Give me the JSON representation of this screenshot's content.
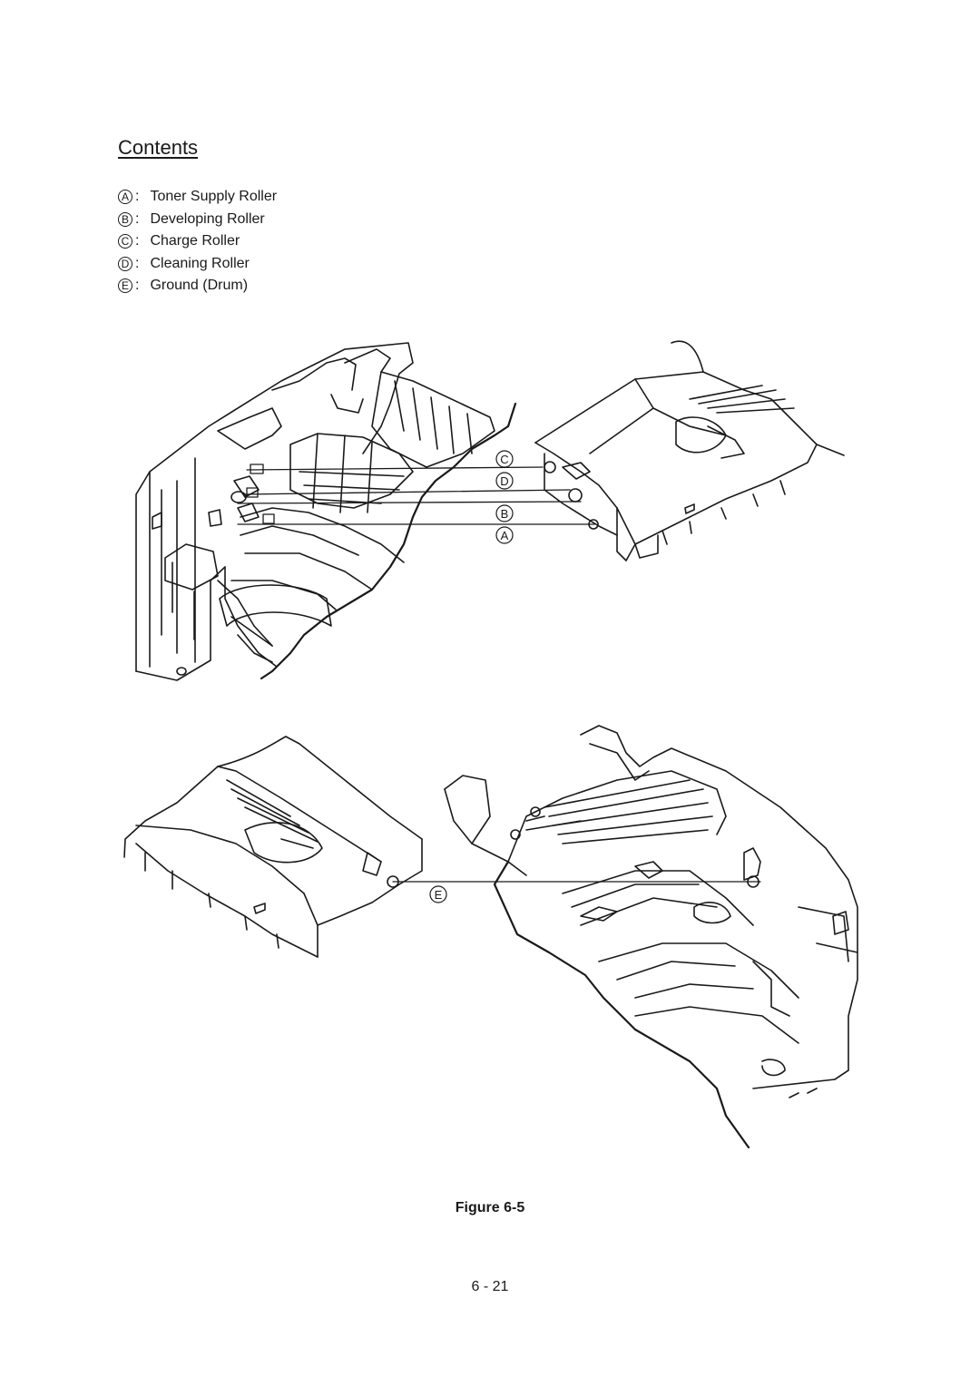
{
  "heading": "Contents",
  "legend": [
    {
      "letter": "A",
      "label": "Toner Supply Roller"
    },
    {
      "letter": "B",
      "label": "Developing Roller"
    },
    {
      "letter": "C",
      "label": "Charge Roller"
    },
    {
      "letter": "D",
      "label": "Cleaning Roller"
    },
    {
      "letter": "E",
      "label": "Ground (Drum)"
    }
  ],
  "figure": {
    "callouts_top": [
      "C",
      "D",
      "B",
      "A"
    ],
    "callout_bottom": "E",
    "caption": "Figure 6-5"
  },
  "page_number": "6 - 21"
}
